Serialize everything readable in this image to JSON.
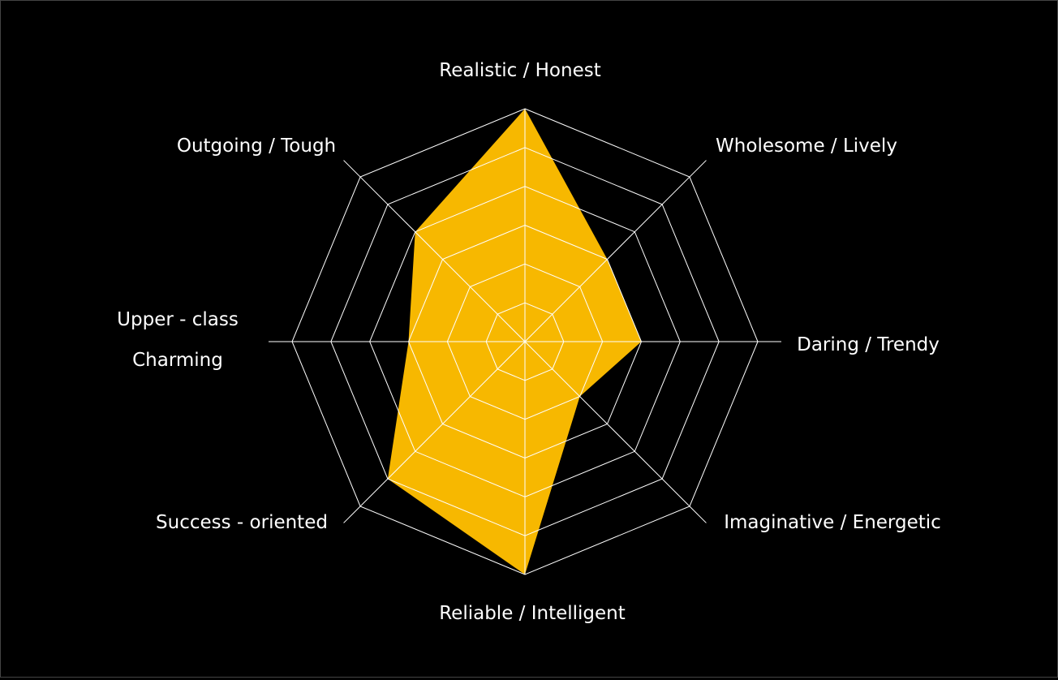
{
  "chart_data": {
    "type": "radar",
    "title": "",
    "axes": [
      "Realistic / Honest",
      "Wholesome / Lively",
      "Daring / Trendy",
      "Imaginative / Energetic",
      "Reliable / Intelligent",
      "Success - oriented",
      [
        "Upper - class",
        "Charming"
      ],
      "Outgoing / Tough"
    ],
    "values": [
      6,
      3,
      3,
      2,
      6,
      5,
      3,
      4
    ],
    "rlim": [
      0,
      6
    ],
    "rings": 6,
    "grid": true,
    "fill_color": "#F7B800",
    "grid_color": "#FFFFFF",
    "background": "#000000"
  }
}
